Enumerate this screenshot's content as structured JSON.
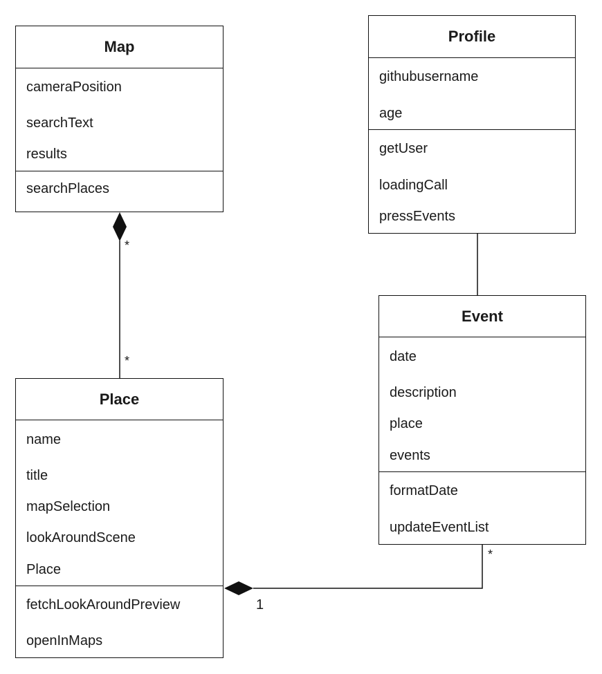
{
  "classes": {
    "map": {
      "name": "Map",
      "attributes": [
        "cameraPosition",
        "searchText",
        "results"
      ],
      "methods": [
        "searchPlaces"
      ]
    },
    "profile": {
      "name": "Profile",
      "attributes": [
        "githubusername",
        "age"
      ],
      "methods": [
        "getUser",
        "loadingCall",
        "pressEvents"
      ]
    },
    "event": {
      "name": "Event",
      "attributes": [
        "date",
        "description",
        "place",
        "events"
      ],
      "methods": [
        "formatDate",
        "updateEventList"
      ]
    },
    "place": {
      "name": "Place",
      "attributes": [
        "name",
        "title",
        "mapSelection",
        "lookAroundScene",
        "Place"
      ],
      "methods": [
        "fetchLookAroundPreview",
        "openInMaps"
      ]
    }
  },
  "multiplicities": {
    "map_place_map_end": "*",
    "map_place_place_end": "*",
    "event_place_event_end": "*",
    "event_place_place_end": "1"
  }
}
